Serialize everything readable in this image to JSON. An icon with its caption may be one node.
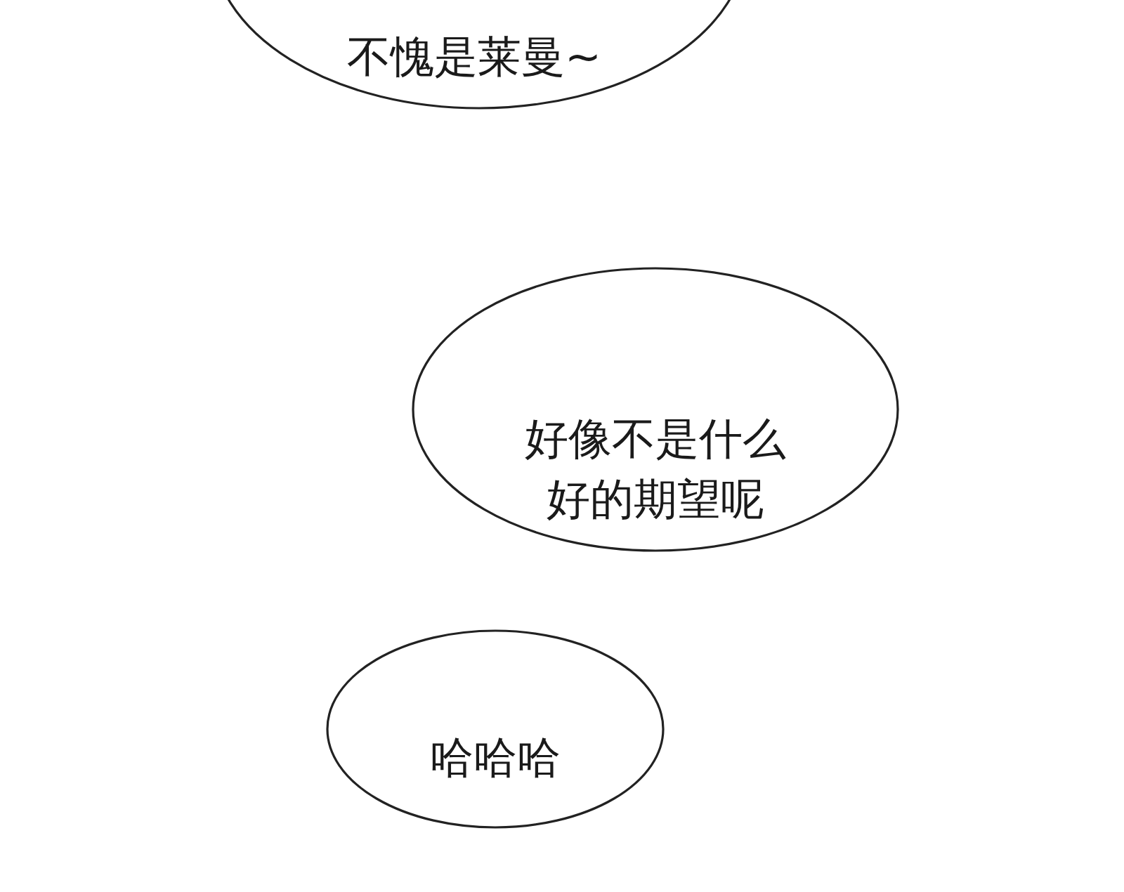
{
  "diagram": {
    "nodes": [
      {
        "text": [
          "不愧是莱曼~"
        ]
      },
      {
        "text": [
          "好像不是什么好的期望呢"
        ]
      },
      {
        "text": [
          "哈哈哈"
        ]
      }
    ]
  }
}
